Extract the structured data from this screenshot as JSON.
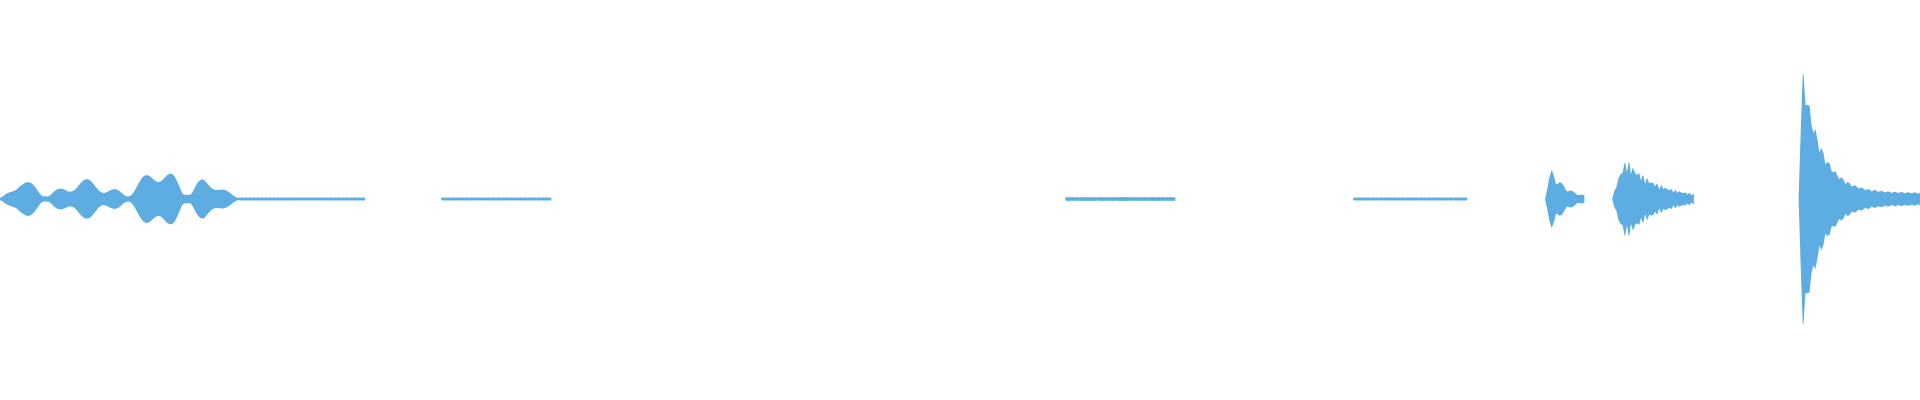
{
  "waveform": {
    "color": "#5dade2",
    "duration_fraction_span": [
      0,
      1
    ],
    "regions": [
      {
        "start": 0.0,
        "end": 0.125,
        "level": 0.18,
        "kind": "speech"
      },
      {
        "start": 0.125,
        "end": 0.19,
        "level": 0.006,
        "kind": "noise"
      },
      {
        "start": 0.23,
        "end": 0.287,
        "level": 0.006,
        "kind": "noise"
      },
      {
        "start": 0.555,
        "end": 0.612,
        "level": 0.008,
        "kind": "noise"
      },
      {
        "start": 0.705,
        "end": 0.764,
        "level": 0.006,
        "kind": "noise"
      },
      {
        "start": 0.805,
        "end": 0.825,
        "level": 0.22,
        "kind": "burst"
      },
      {
        "start": 0.84,
        "end": 0.882,
        "level": 0.3,
        "kind": "burst"
      },
      {
        "start": 0.937,
        "end": 1.0,
        "level": 0.75,
        "kind": "transient"
      }
    ]
  }
}
